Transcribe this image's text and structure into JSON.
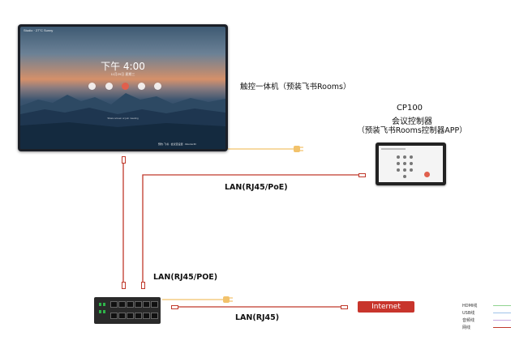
{
  "panel": {
    "label": "触控一体机（预装飞书Rooms）",
    "screen": {
      "status": "Studio · 27°C Sunny",
      "time": "下午 4:00",
      "date": "11月29日 星期三",
      "icons": [
        "video-icon",
        "share-screen-icon",
        "meeting-icon",
        "whiteboard-icon",
        "settings-icon"
      ],
      "hint": "Share screen or join meeting",
      "footer_right": "预约·飞书 · 会议室设置 · Rooms ID"
    }
  },
  "controller": {
    "model": "CP100",
    "name": "会议控制器",
    "sub": "（预装飞书Rooms控制器APP）"
  },
  "links": {
    "lan_poe_upper": "LAN(RJ45/PoE)",
    "lan_poe_lower": "LAN(RJ45/POE)",
    "lan": "LAN(RJ45)",
    "internet": "Internet"
  },
  "legend": [
    {
      "label": "HDMI线",
      "color": "#8fd48f"
    },
    {
      "label": "USB线",
      "color": "#9fc4e8"
    },
    {
      "label": "音频线",
      "color": "#c8a8e0"
    },
    {
      "label": "网线",
      "color": "#c0392b"
    }
  ],
  "colors": {
    "lan": "#c0392b",
    "power": "#f2c26b",
    "accent": "#c8352c"
  }
}
